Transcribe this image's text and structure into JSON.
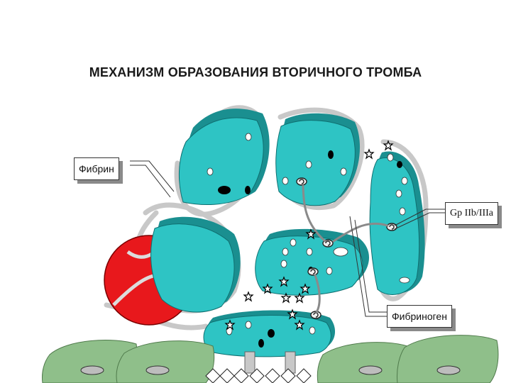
{
  "title": "МЕХАНИЗМ ОБРАЗОВАНИЯ ВТОРИЧНОГО ТРОМБА",
  "labels": {
    "fibrin": "Фибрин",
    "gp": "Gp IIb/IIIa",
    "fibrinogen": "Фибриноген"
  },
  "colors": {
    "platelet": "#2ec4c4",
    "platelet_dark": "#1a8f90",
    "erythrocyte": "#e8181c",
    "endothelium": "#8fbf8a",
    "fibrin": "#d9d9d9"
  }
}
